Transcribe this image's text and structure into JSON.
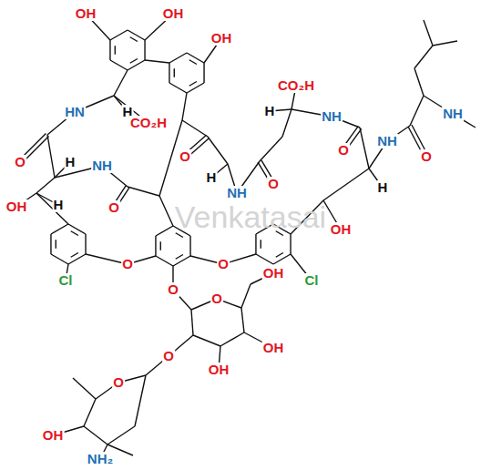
{
  "diagram": {
    "labels": [
      "OH",
      "OH",
      "OH",
      "HN",
      "H",
      "CO₂H",
      "O",
      "H",
      "NH",
      "O",
      "H",
      "NH",
      "CO₂H",
      "H",
      "NH",
      "O",
      "NH",
      "O",
      "NH",
      "OH",
      "H",
      "O",
      "O",
      "H",
      "OH",
      "O",
      "O",
      "Cl",
      "Cl",
      "O",
      "OH",
      "O",
      "OH",
      "OH",
      "O",
      "O",
      "OH",
      "NH₂",
      "Venkatasai"
    ]
  }
}
